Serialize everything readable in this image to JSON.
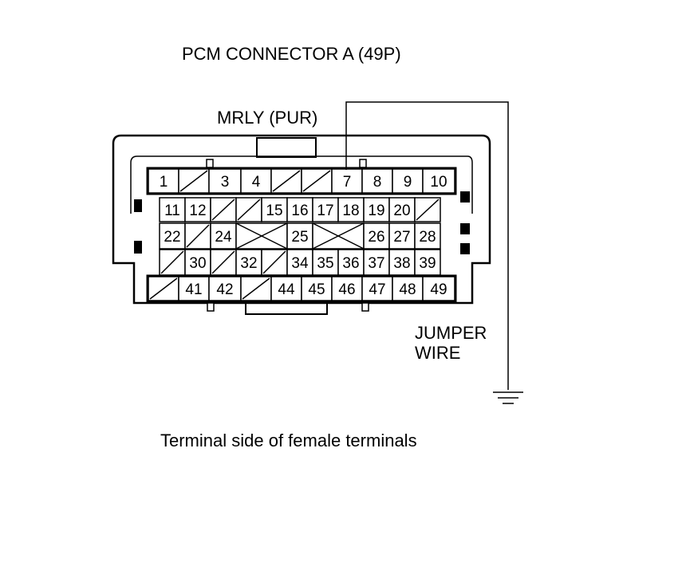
{
  "title": "PCM CONNECTOR A (49P)",
  "wire_label": "MRLY (PUR)",
  "jumper_label": [
    "JUMPER",
    "WIRE"
  ],
  "caption": "Terminal side of female terminals",
  "rows": [
    [
      "1",
      "",
      "3",
      "4",
      "",
      "",
      "7",
      "8",
      "9",
      "10"
    ],
    [
      "11",
      "12",
      "",
      "",
      "15",
      "16",
      "17",
      "18",
      "19",
      "20",
      ""
    ],
    [
      "22",
      "",
      "24",
      "X",
      "25",
      "X",
      "26",
      "27",
      "28"
    ],
    [
      "",
      "30",
      "",
      "32",
      "",
      "34",
      "35",
      "36",
      "37",
      "38",
      "39"
    ],
    [
      "",
      "41",
      "42",
      "",
      "44",
      "45",
      "46",
      "47",
      "48",
      "49"
    ]
  ]
}
